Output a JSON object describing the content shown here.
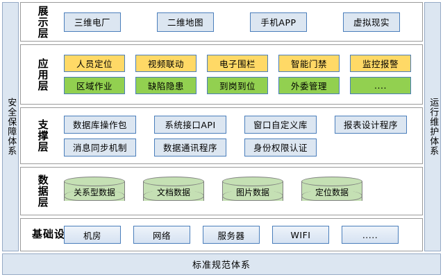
{
  "sides": {
    "left_label": "安全保障体系",
    "right_label": "运行维护体系"
  },
  "bottom": {
    "label": "标准规范体系"
  },
  "colors": {
    "side_fill": "#dce6f1",
    "box_blue_fill": "#dce6f1",
    "box_blue_border": "#4a7ebb",
    "app_orange": "#ffd966",
    "app_green": "#92d050",
    "cylinder_fill": "#c5e0b4",
    "cylinder_border": "#7f7f7f",
    "layer_border": "#9a9a9a"
  },
  "layers": [
    {
      "id": "presentation",
      "label": "展示层",
      "label_style": "vertical",
      "rows": [
        {
          "style": "present",
          "items": [
            "三维电厂",
            "二维地图",
            "手机APP",
            "虚拟现实"
          ]
        }
      ]
    },
    {
      "id": "application",
      "label": "应用层",
      "label_style": "vertical",
      "rows": [
        {
          "style": "app-orange",
          "items": [
            "人员定位",
            "视频联动",
            "电子围栏",
            "智能门禁",
            "监控报警"
          ]
        },
        {
          "style": "app-green",
          "items": [
            "区域作业",
            "缺陷隐患",
            "到岗到位",
            "外委管理",
            "...."
          ]
        }
      ]
    },
    {
      "id": "support",
      "label": "支撑层",
      "label_style": "vertical",
      "rows": [
        {
          "style": "support",
          "items": [
            "数据库操作包",
            "系统接口API",
            "窗口自定义库",
            "报表设计程序"
          ]
        },
        {
          "style": "support",
          "items": [
            "消息同步机制",
            "数据通讯程序",
            "身份权限认证"
          ]
        }
      ]
    },
    {
      "id": "data",
      "label": "数据层",
      "label_style": "vertical",
      "rows": [
        {
          "style": "cylinder",
          "items": [
            "关系型数据",
            "文档数据",
            "图片数据",
            "定位数据"
          ]
        }
      ]
    },
    {
      "id": "infrastructure",
      "label": "基础设施",
      "label_style": "two-col",
      "rows": [
        {
          "style": "infra",
          "items": [
            "机房",
            "网络",
            "服务器",
            "WIFI",
            "....."
          ]
        }
      ]
    }
  ]
}
